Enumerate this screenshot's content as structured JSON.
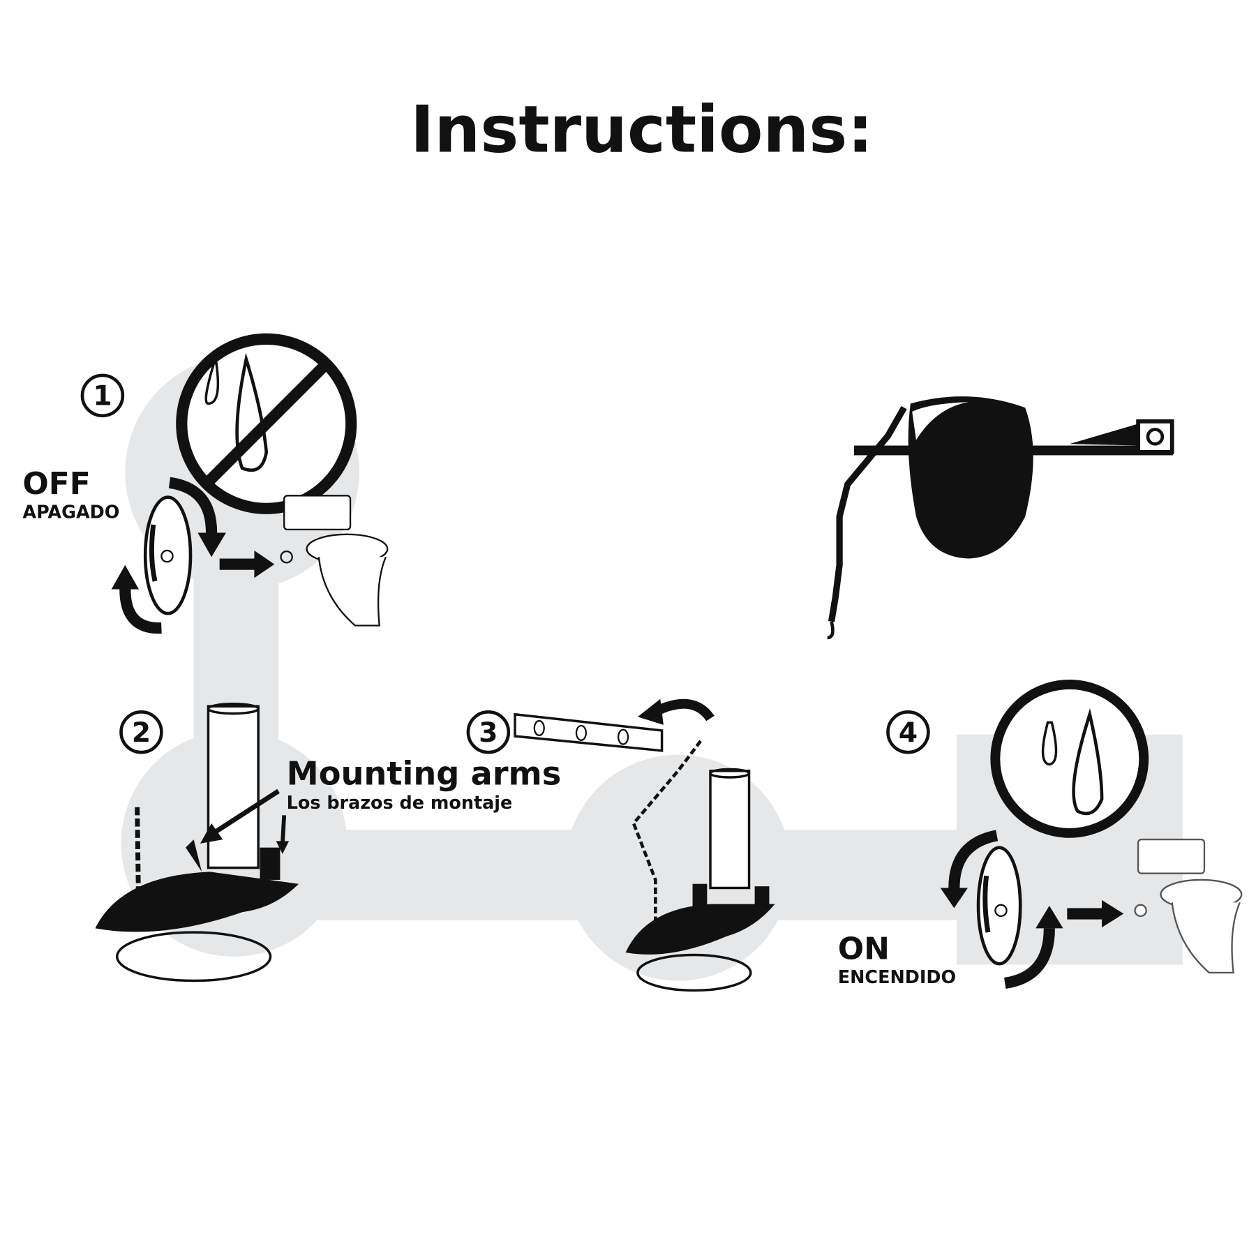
{
  "title": "Instructions:",
  "steps": [
    {
      "number": "1",
      "label": "OFF",
      "sublabel": "APAGADO"
    },
    {
      "number": "2",
      "label": "Mounting arms",
      "sublabel": "Los brazos de montaje"
    },
    {
      "number": "3"
    },
    {
      "number": "4",
      "label": "ON",
      "sublabel": "ENCENDIDO"
    }
  ],
  "colors": {
    "background_path": "#e6e7e8",
    "ink": "#111111"
  },
  "icons": [
    "no-water-icon",
    "water-on-icon",
    "shutoff-valve-icon",
    "toilet-icon",
    "flapper-icon",
    "flush-lever-icon",
    "chain-icon"
  ]
}
